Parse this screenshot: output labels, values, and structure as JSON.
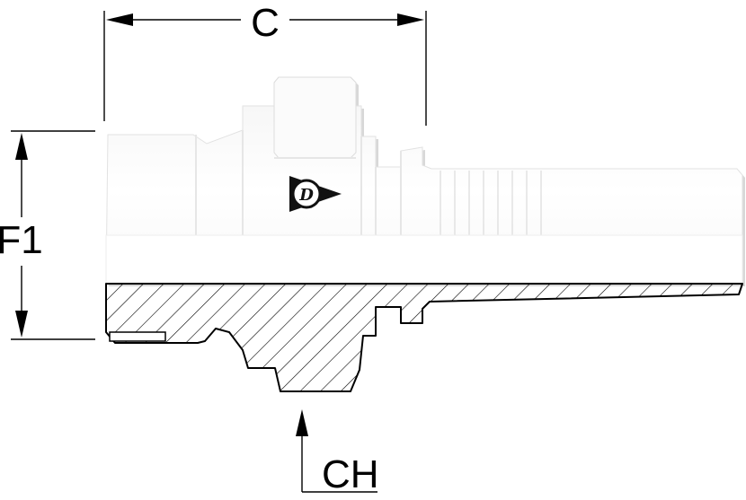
{
  "dimensions": {
    "length_label": "C",
    "diameter_label": "F1",
    "hex_label": "CH"
  },
  "logo": {
    "brand_letter": "D",
    "icon": "dunlop-logo-icon"
  },
  "colors": {
    "line": "#000000",
    "background": "#ffffff"
  }
}
